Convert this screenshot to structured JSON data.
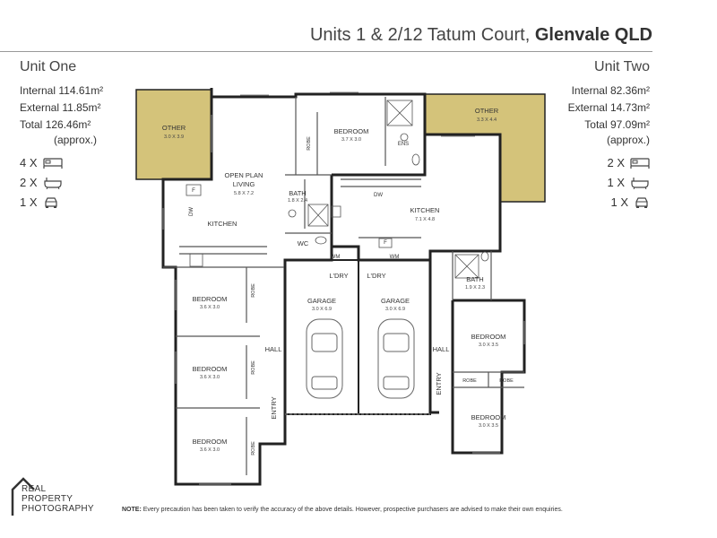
{
  "header": {
    "address": "Units 1 & 2/12 Tatum Court,",
    "suburb": "Glenvale QLD"
  },
  "unit_one": {
    "title": "Unit One",
    "internal_label": "Internal",
    "internal_value": "114.61m²",
    "external_label": "External",
    "external_value": "11.85m²",
    "total_label": "Total",
    "total_value": "126.46m²",
    "approx": "(approx.)",
    "bedrooms": "4 X",
    "bathrooms": "2 X",
    "cars": "1 X"
  },
  "unit_two": {
    "title": "Unit Two",
    "internal_label": "Internal",
    "internal_value": "82.36m²",
    "external_label": "External",
    "external_value": "14.73m²",
    "total_label": "Total",
    "total_value": "97.09m²",
    "approx": "(approx.)",
    "bedrooms": "2 X",
    "bathrooms": "1 X",
    "cars": "1 X"
  },
  "rooms": {
    "u1_other": "OTHER",
    "u1_other_dim": "3.0 X 3.9",
    "open_plan": "OPEN PLAN",
    "living": "LIVING",
    "open_plan_dim": "5.8 X 7.2",
    "u1_kitchen": "KITCHEN",
    "u1_bed1": "BEDROOM",
    "u1_bed1_dim": "3.6 X 3.0",
    "u1_bed2": "BEDROOM",
    "u1_bed2_dim": "3.6 X 3.0",
    "u1_bed3": "BEDROOM",
    "u1_bed3_dim": "3.6 X 3.0",
    "u1_bed4": "BEDROOM",
    "u1_bed4_dim": "3.7 X 3.0",
    "u1_bath": "BATH",
    "u1_bath_dim": "1.8 X 2.4",
    "u1_wc": "WC",
    "u1_ens": "ENS",
    "u1_laundry": "L'DRY",
    "u1_garage": "GARAGE",
    "u1_garage_dim": "3.0 X 6.9",
    "u1_hall": "HALL",
    "u1_entry": "ENTRY",
    "u2_other": "OTHER",
    "u2_other_dim": "3.3 X 4.4",
    "u2_kitchen": "KITCHEN",
    "u2_kitchen_dim": "7.1 X 4.8",
    "u2_laundry": "L'DRY",
    "u2_garage": "GARAGE",
    "u2_garage_dim": "3.0 X 6.9",
    "u2_bath": "BATH",
    "u2_bath_dim": "1.9 X 2.3",
    "u2_bed1": "BEDROOM",
    "u2_bed1_dim": "3.0 X 3.5",
    "u2_bed2": "BEDROOM",
    "u2_bed2_dim": "3.0 X 3.5",
    "u2_hall": "HALL",
    "u2_entry": "ENTRY",
    "robe": "ROBE",
    "dw": "DW",
    "wm": "WM",
    "fridge": "F"
  },
  "colors": {
    "outdoor_fill": "#d4c37a",
    "wall": "#222222",
    "interior_line": "#555555"
  },
  "logo": {
    "line1": "REAL",
    "line2": "PROPERTY",
    "line3": "PHOTOGRAPHY"
  },
  "note": {
    "label": "NOTE:",
    "text": "Every precaution has been taken to verify the accuracy of the above details. However, prospective purchasers are advised to make their own enquiries."
  }
}
